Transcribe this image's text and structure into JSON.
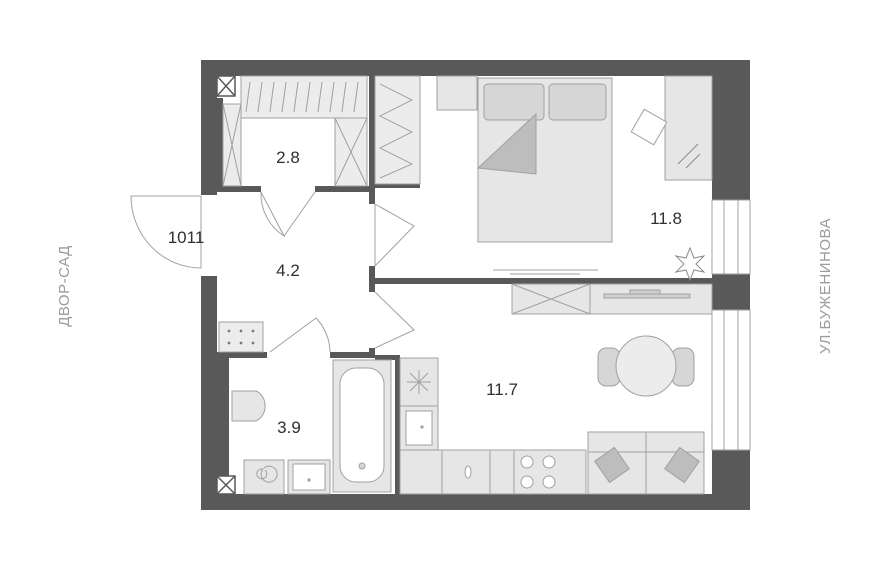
{
  "plan": {
    "apartment_number": "1011",
    "rooms": {
      "wardrobe_area": "2.8",
      "hallway_area": "4.2",
      "bathroom_area": "3.9",
      "bedroom_area": "11.8",
      "kitchen_living_area": "11.7"
    },
    "orientation": {
      "left": "ДВОР-САД",
      "right": "УЛ.БУЖЕНИНОВА"
    },
    "colors": {
      "wall": "#595959",
      "floor": "#ffffff",
      "furniture_fill": "#e6e6e6",
      "furniture_stroke": "#a0a0a0",
      "label": "#2f2f2f",
      "side_label": "#9c9c9c"
    }
  }
}
